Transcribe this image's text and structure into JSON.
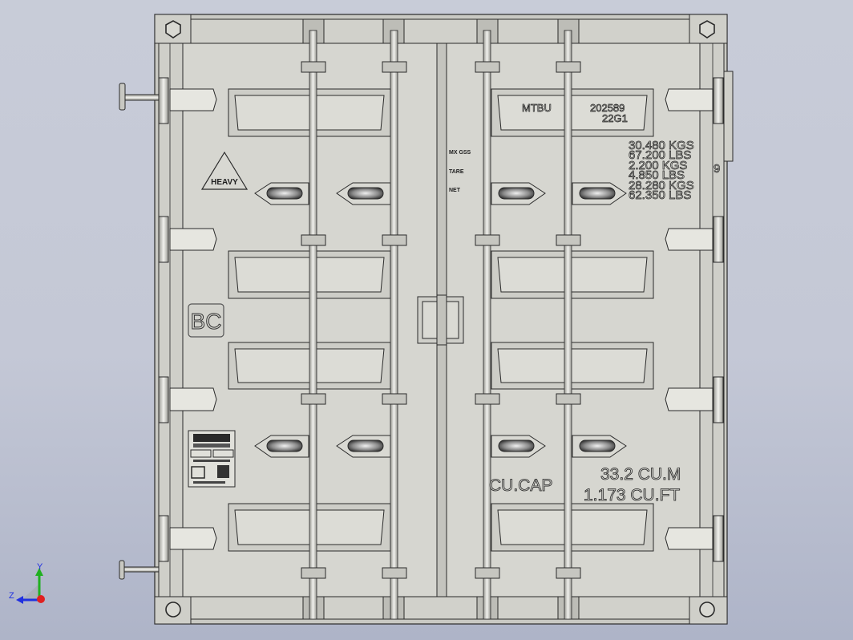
{
  "panel_left": {
    "hazard_label": "HEAVY",
    "logo": "BC",
    "csc_plate_icon": "csc-safety-plate-icon"
  },
  "weight_markings": {
    "labels": [
      "MX GSS",
      "TARE",
      "NET"
    ],
    "values": [
      "30.480 KGS",
      "67.200 LBS",
      "2.200 KGS",
      "4.850 LBS",
      "28.280 KGS",
      "62.350 LBS"
    ]
  },
  "identification": {
    "owner_code": "MTBU",
    "serial_number": "202589",
    "size_type": "22G1",
    "check_digit": "9"
  },
  "capacity": {
    "label": "CU.CAP",
    "metric": "33.2 CU.M",
    "imperial": "1.173 CU.FT"
  },
  "triad": {
    "x_axis_icon": "x-axis-arrow-icon",
    "y_axis": "Y",
    "z_axis": "Z"
  },
  "colors": {
    "background": "#c6cad8",
    "container_face": "#d3d3cd",
    "frame": "#c8c8c2",
    "outline": "#2a2a2a",
    "triad_x": "#e02020",
    "triad_y": "#20b020",
    "triad_z": "#2030e0"
  }
}
